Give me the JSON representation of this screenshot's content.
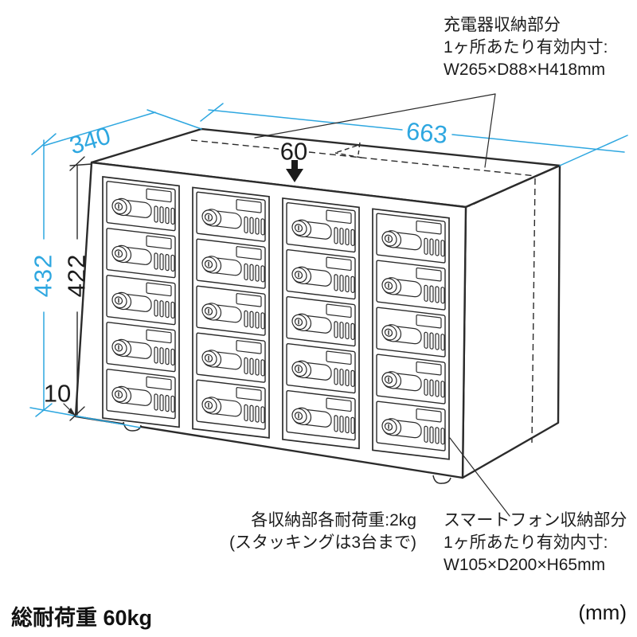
{
  "dimensions": {
    "width": "663",
    "depth": "340",
    "total_height": "432",
    "body_height": "422",
    "foot_height": "10",
    "top_slot": "60"
  },
  "annotations": {
    "charger": {
      "lines": [
        "充電器収納部分",
        "1ヶ所あたり有効内寸:",
        "W265×D88×H418mm"
      ]
    },
    "per_slot_load": {
      "lines": [
        "各収納部各耐荷重:2kg",
        "(スタッキングは3台まで)"
      ]
    },
    "smartphone": {
      "lines": [
        "スマートフォン収納部分",
        "1ヶ所あたり有効内寸:",
        "W105×D200×H65mm"
      ]
    }
  },
  "footer": {
    "total_load": "総耐荷重 60kg",
    "unit": "(mm)"
  },
  "cabinet": {
    "columns": 4,
    "rows": 5
  },
  "colors": {
    "dimension_blue": "#2EA7E0",
    "line_dark": "#2b2b2b"
  }
}
